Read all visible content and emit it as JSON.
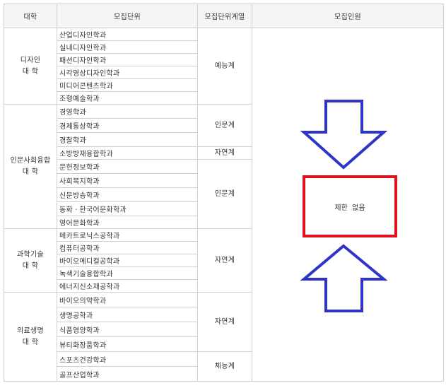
{
  "headers": [
    "대학",
    "모집단위",
    "모집단위계열",
    "모집인원"
  ],
  "colleges": [
    {
      "name": "디자인\n대  학",
      "departments": [
        "산업디자인학과",
        "실내디자인학과",
        "패션디자인학과",
        "시각영상디자인학과",
        "미디어콘텐츠학과",
        "조형예술학과"
      ],
      "series": [
        {
          "label": "예능계",
          "count": 6
        }
      ]
    },
    {
      "name": "인문사회융합\n대  학",
      "departments": [
        "경영학과",
        "경제통상학과",
        "경찰학과",
        "소방방재융합학과",
        "문헌정보학과",
        "사회복지학과",
        "신문방송학과",
        "동화ㆍ한국어문화학과",
        "영어문화학과"
      ],
      "series": [
        {
          "label": "인문계",
          "count": 3
        },
        {
          "label": "자연계",
          "count": 1
        },
        {
          "label": "인문계",
          "count": 5
        }
      ]
    },
    {
      "name": "과학기술\n대  학",
      "departments": [
        "메카트로닉스공학과",
        "컴퓨터공학과",
        "바이오메디컬공학과",
        "녹색기술융합학과",
        "에너지신소재공학과"
      ],
      "series": [
        {
          "label": "자연계",
          "count": 5
        }
      ]
    },
    {
      "name": "의료생명\n대  학",
      "departments": [
        "바이오의약학과",
        "생명공학과",
        "식품영양학과",
        "뷰티화장품학과",
        "스포츠건강학과",
        "골프산업학과"
      ],
      "series": [
        {
          "label": "자연계",
          "count": 4
        },
        {
          "label": "체능계",
          "count": 2
        }
      ]
    }
  ],
  "limit_label": "제한  없음",
  "annotation_color": "#e0101c",
  "arrow_color": "#2e34c8"
}
